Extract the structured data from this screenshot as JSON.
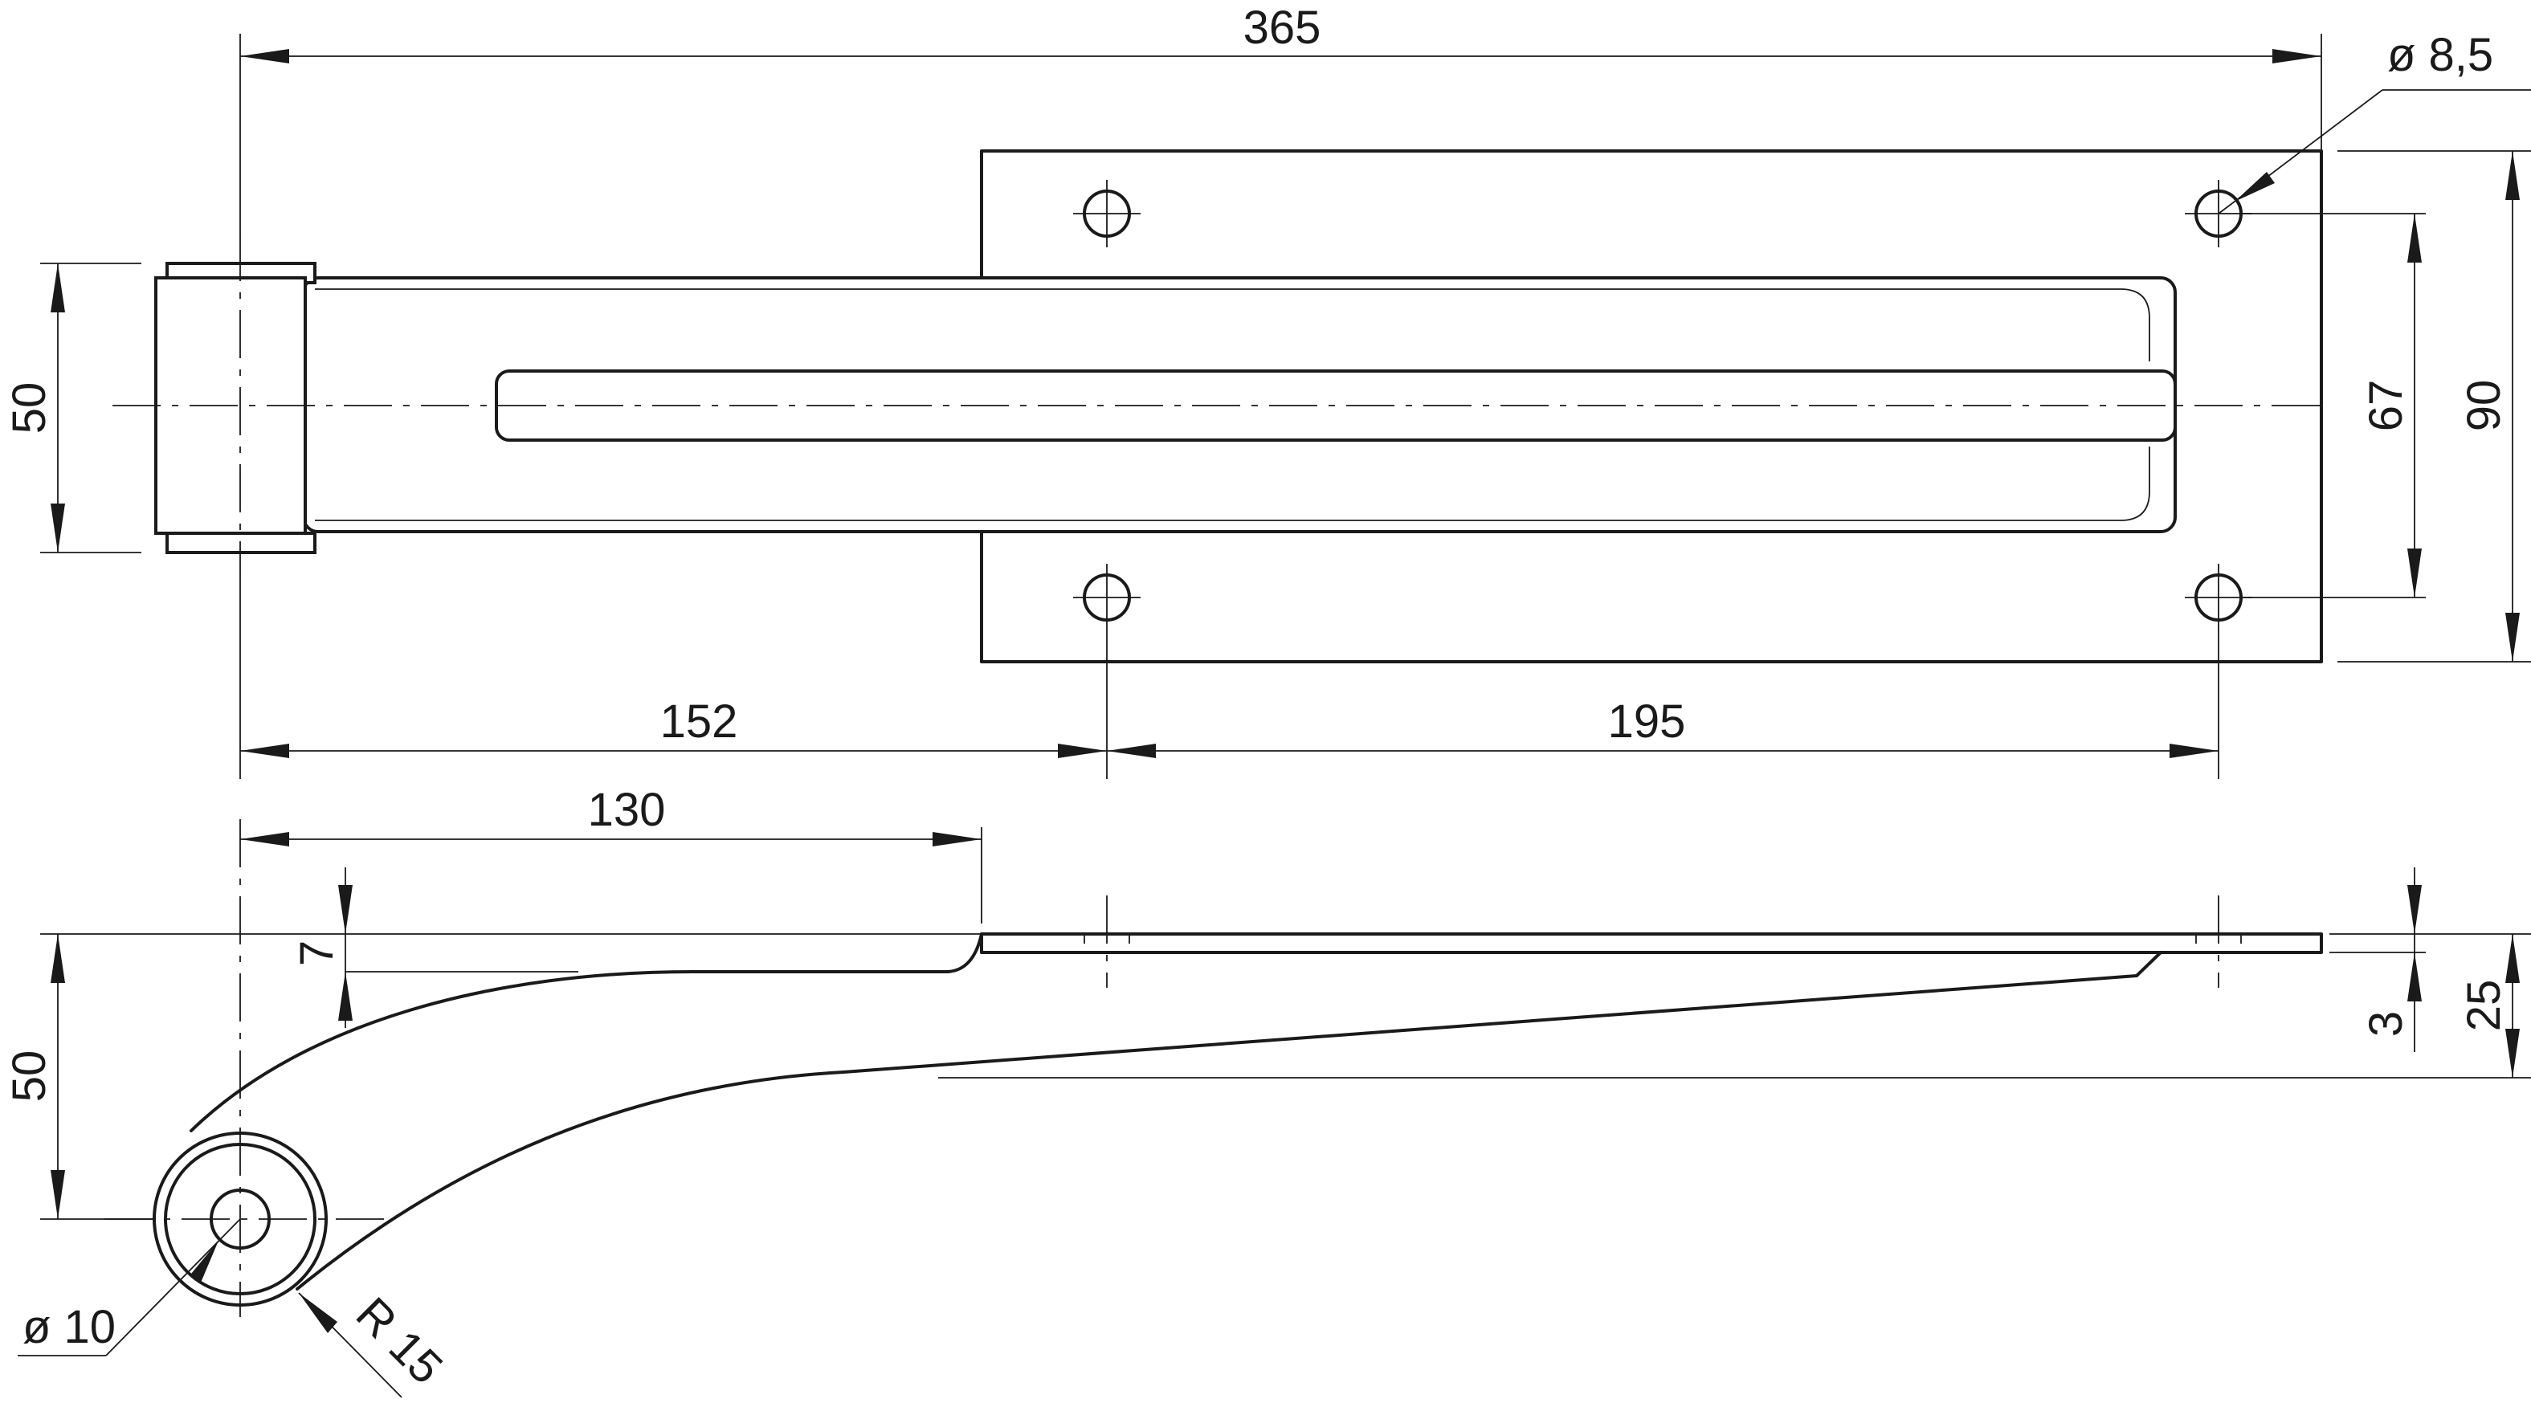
{
  "drawing": {
    "dimensions": {
      "overall_length": "365",
      "hole_diameter": "ø 8,5",
      "knuckle_height": "50",
      "hole_spacing_vertical": "67",
      "plate_height": "90",
      "pivot_to_hole": "152",
      "hole_to_hole": "195",
      "pivot_to_plate": "130",
      "offset": "7",
      "side_height": "50",
      "thickness": "3",
      "plate_offset": "25",
      "pin_diameter": "ø 10",
      "radius": "R 15"
    }
  }
}
